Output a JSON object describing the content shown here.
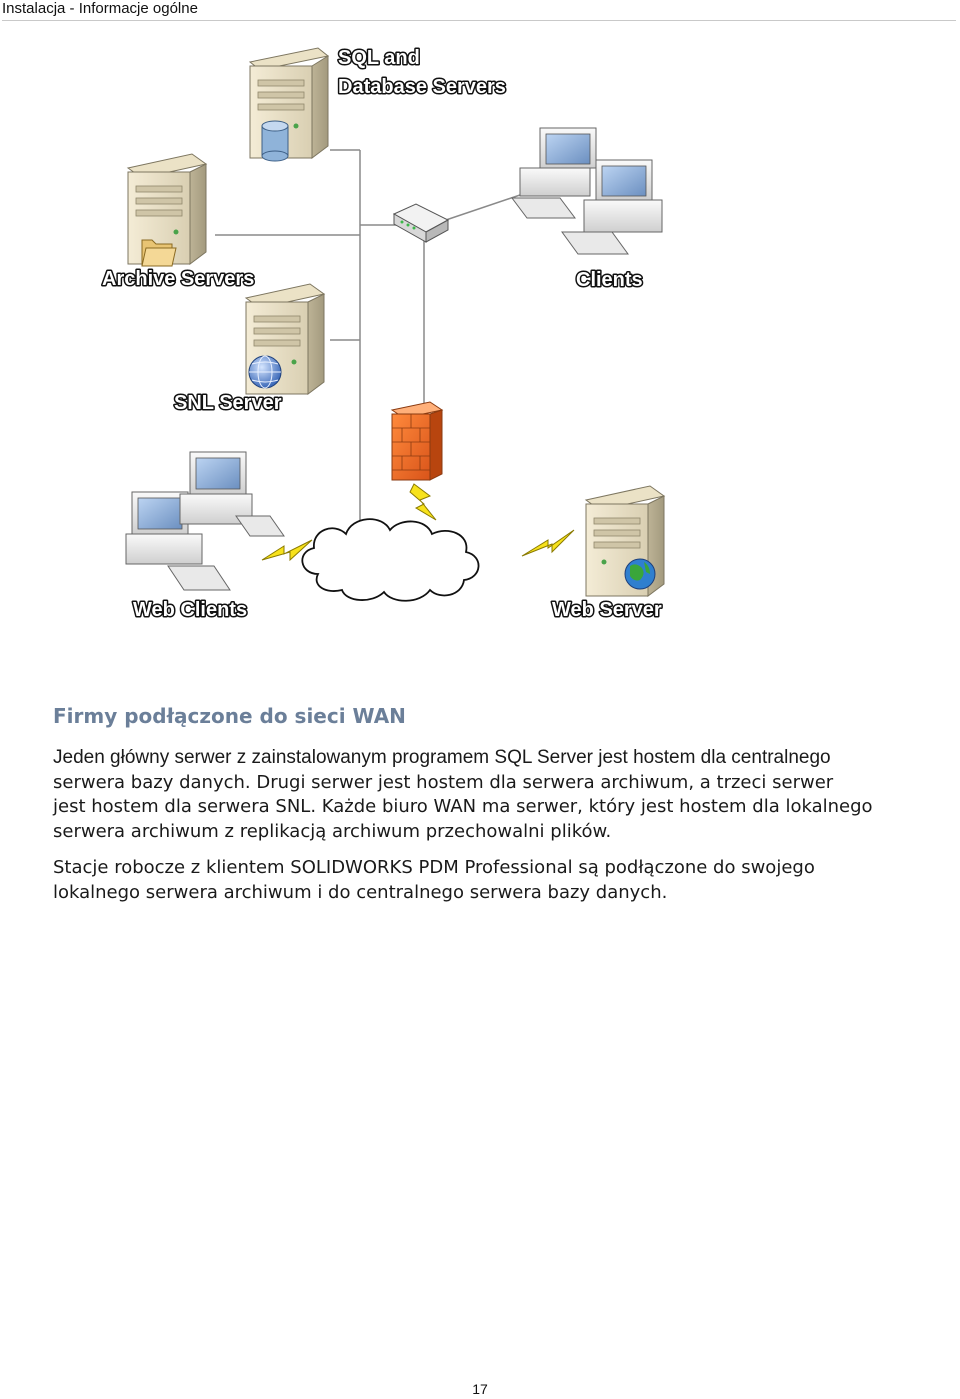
{
  "header": {
    "running_title": "Instalacja - Informacje ogólne"
  },
  "diagram": {
    "labels": {
      "sql_servers_line1": "SQL and",
      "sql_servers_line2": "Database Servers",
      "archive_servers": "Archive Servers",
      "clients": "Clients",
      "snl_server": "SNL Server",
      "web_clients": "Web Clients",
      "web_server": "Web Server"
    }
  },
  "section": {
    "title": "Firmy podłączone do sieci WAN",
    "paragraph1": {
      "line1": "Jeden główny serwer z zainstalowanym programem SQL Server jest hostem dla centralnego",
      "line2": "serwera bazy danych. Drugi serwer jest hostem dla serwera archiwum, a trzeci serwer",
      "line3": "jest hostem dla serwera SNL. Każde biuro WAN ma serwer, który jest hostem dla lokalnego",
      "line4": "serwera archiwum z replikacją archiwum przechowalni plików."
    },
    "paragraph2": {
      "line1": "Stacje robocze z klientem SOLIDWORKS PDM Professional są podłączone do swojego",
      "line2": "lokalnego serwera archiwum i do centralnego serwera bazy danych."
    }
  },
  "footer": {
    "page_number": "17"
  }
}
